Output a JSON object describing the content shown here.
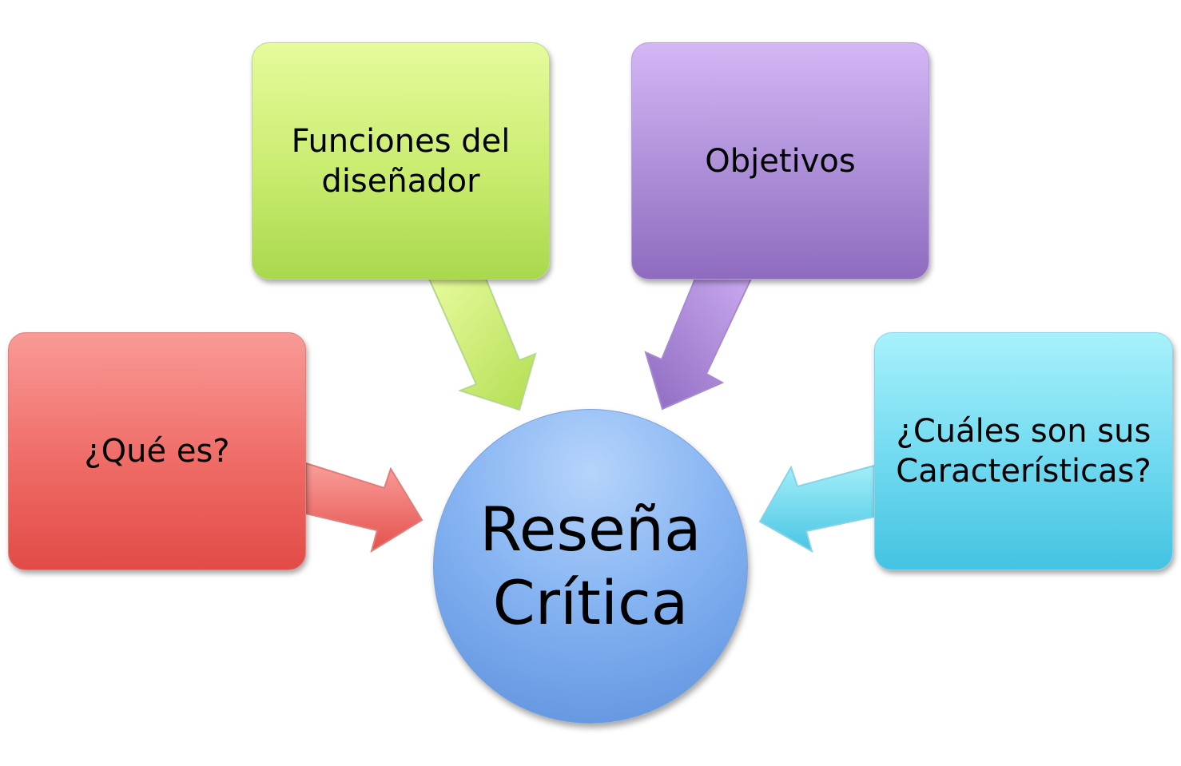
{
  "diagram": {
    "center": {
      "label": "Reseña\nCrítica",
      "color": "#86b4f2"
    },
    "nodes": [
      {
        "id": "que-es",
        "label": "¿Qué es?",
        "color": "#ef6b66"
      },
      {
        "id": "funciones",
        "label": "Funciones del\ndiseñador",
        "color": "#c9ec6f"
      },
      {
        "id": "objetivos",
        "label": "Objetivos",
        "color": "#ac8ed8"
      },
      {
        "id": "caracteristicas",
        "label": "¿Cuáles son sus\nCaracterísticas?",
        "color": "#6fd9f0"
      }
    ],
    "edges": [
      {
        "from": "que-es",
        "to": "center"
      },
      {
        "from": "funciones",
        "to": "center"
      },
      {
        "from": "objetivos",
        "to": "center"
      },
      {
        "from": "caracteristicas",
        "to": "center"
      }
    ]
  }
}
